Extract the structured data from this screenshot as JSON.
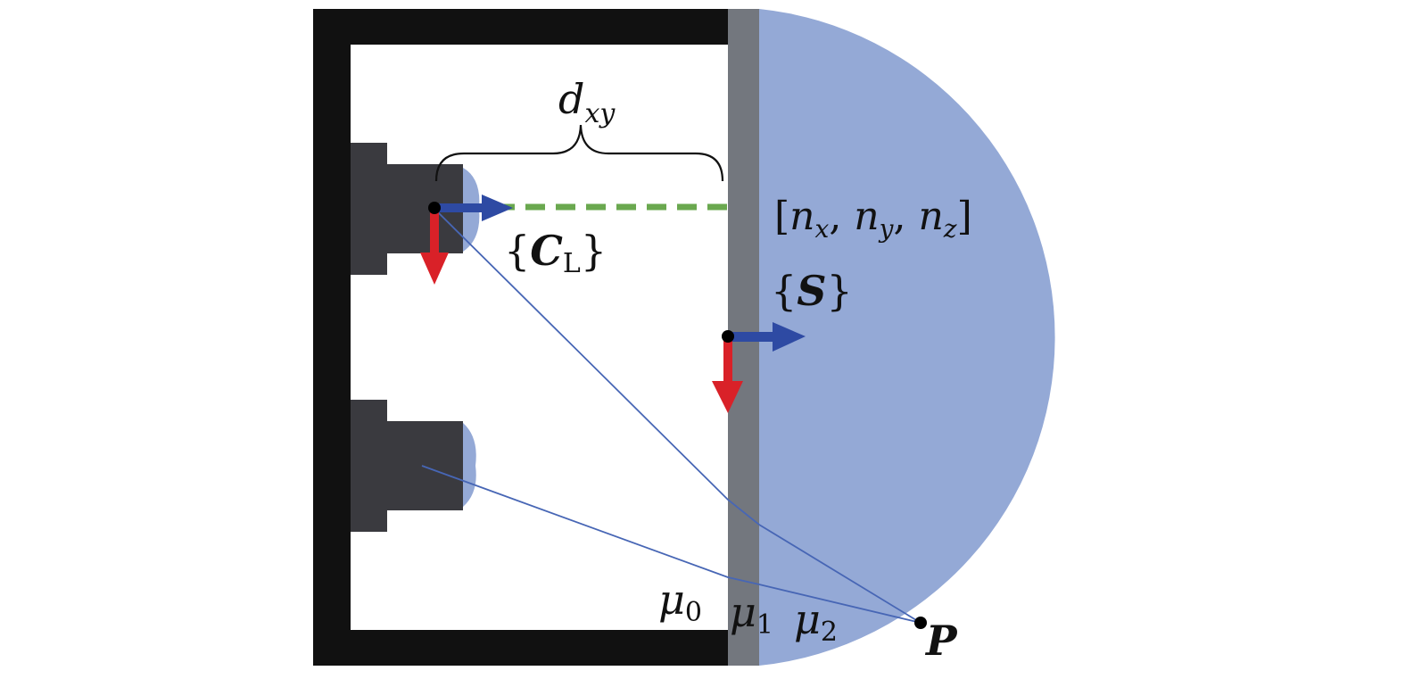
{
  "labels": {
    "dxy": {
      "main": "d",
      "sub": "xy"
    },
    "normal": {
      "open": "[",
      "n1": "n",
      "s1": "x",
      "c1": ", ",
      "n2": "n",
      "s2": "y",
      "c2": ", ",
      "n3": "n",
      "s3": "z",
      "close": "]"
    },
    "camera_frame": {
      "open": "{",
      "main": "C",
      "sub": "L",
      "close": "}"
    },
    "sensor_frame": {
      "open": "{",
      "main": "S",
      "close": "}"
    },
    "mu0": {
      "main": "μ",
      "sub": "0"
    },
    "mu1": {
      "main": "μ",
      "sub": "1"
    },
    "mu2": {
      "main": "μ",
      "sub": "2"
    },
    "point": "P"
  },
  "colors": {
    "housing": "#111111",
    "camera_body": "#3a3a3f",
    "window": "#73777e",
    "medium": "#94a9d6",
    "lens": "#94a9d6",
    "axis_x": "#2e4aa3",
    "axis_y": "#d92128",
    "optical_axis": "#6aa84f",
    "ray": "#4766b5",
    "point": "#000000"
  }
}
